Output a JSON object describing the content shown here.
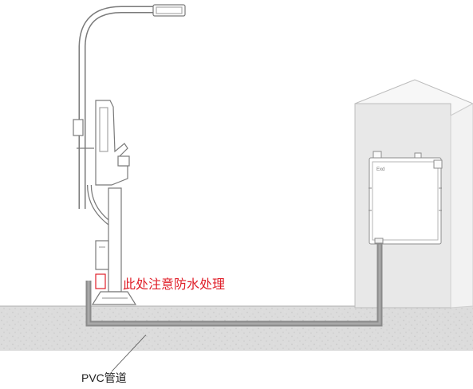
{
  "annotations": {
    "waterproof_note": "此处注意防水处理",
    "pipe_label": "PVC管道",
    "box_marking": "Exd"
  },
  "colors": {
    "note": "#e0202a",
    "pipe": "#8a8a8a",
    "ground": "#d9d9d9",
    "wall": "#e9e9e9",
    "outline": "#8c8c8c",
    "label": "#222222"
  },
  "icons": {
    "pole": "charging-post-icon",
    "box": "explosion-proof-box-icon"
  }
}
